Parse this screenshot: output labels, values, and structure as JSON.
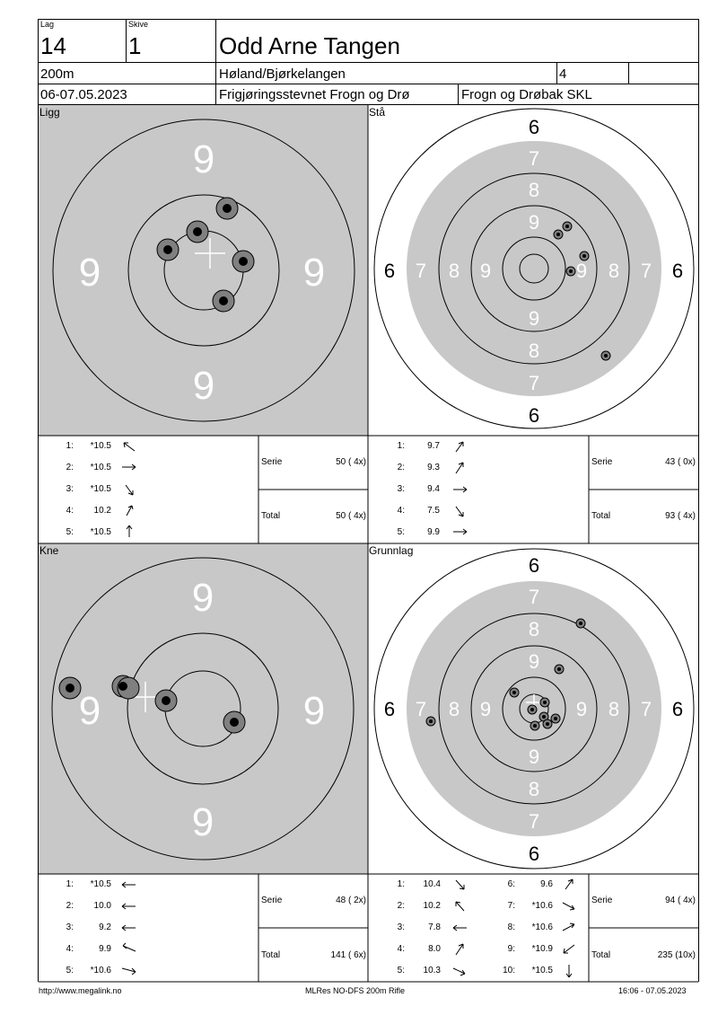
{
  "header": {
    "lag_label": "Lag",
    "lag": "14",
    "skive_label": "Skive",
    "skive": "1",
    "name": "Odd Arne Tangen",
    "distance": "200m",
    "club_region": "Høland/Bjørkelangen",
    "class": "4",
    "date": "06-07.05.2023",
    "event": "Frigjøringsstevnet Frogn og Drø",
    "organizer": "Frogn og Drøbak SKL"
  },
  "panels": {
    "ligg": {
      "title": "Ligg",
      "shots": [
        {
          "n": "1:",
          "v": "*10.5"
        },
        {
          "n": "2:",
          "v": "*10.5"
        },
        {
          "n": "3:",
          "v": "*10.5"
        },
        {
          "n": "4:",
          "v": "10.2"
        },
        {
          "n": "5:",
          "v": "*10.5"
        }
      ],
      "serie_label": "Serie",
      "serie": "50 ( 4x)",
      "total_label": "Total",
      "total": "50 ( 4x)"
    },
    "sta": {
      "title": "Stå",
      "shots": [
        {
          "n": "1:",
          "v": "9.7"
        },
        {
          "n": "2:",
          "v": "9.3"
        },
        {
          "n": "3:",
          "v": "9.4"
        },
        {
          "n": "4:",
          "v": "7.5"
        },
        {
          "n": "5:",
          "v": "9.9"
        }
      ],
      "serie_label": "Serie",
      "serie": "43 ( 0x)",
      "total_label": "Total",
      "total": "93 ( 4x)"
    },
    "kne": {
      "title": "Kne",
      "shots": [
        {
          "n": "1:",
          "v": "*10.5"
        },
        {
          "n": "2:",
          "v": "10.0"
        },
        {
          "n": "3:",
          "v": "9.2"
        },
        {
          "n": "4:",
          "v": "9.9"
        },
        {
          "n": "5:",
          "v": "*10.6"
        }
      ],
      "serie_label": "Serie",
      "serie": "48 ( 2x)",
      "total_label": "Total",
      "total": "141 ( 6x)"
    },
    "grunnlag": {
      "title": "Grunnlag",
      "shots": [
        {
          "n": "1:",
          "v": "10.4"
        },
        {
          "n": "2:",
          "v": "10.2"
        },
        {
          "n": "3:",
          "v": "7.8"
        },
        {
          "n": "4:",
          "v": "8.0"
        },
        {
          "n": "5:",
          "v": "10.3"
        },
        {
          "n": "6:",
          "v": "9.6"
        },
        {
          "n": "7:",
          "v": "*10.6"
        },
        {
          "n": "8:",
          "v": "*10.6"
        },
        {
          "n": "9:",
          "v": "*10.9"
        },
        {
          "n": "10:",
          "v": "*10.5"
        }
      ],
      "serie_label": "Serie",
      "serie": "94 ( 4x)",
      "total_label": "Total",
      "total": "235 (10x)"
    }
  },
  "rings": {
    "zoom": [
      "9"
    ],
    "full": [
      "6",
      "7",
      "8",
      "9"
    ]
  },
  "footer": {
    "url": "http://www.megalink.no",
    "program": "MLRes NO-DFS 200m Rifle",
    "timestamp": "16:06 - 07.05.2023"
  },
  "colors": {
    "target_gray": "#c8c8c8",
    "shot_halo": "#808080",
    "shot_core": "#000000"
  }
}
